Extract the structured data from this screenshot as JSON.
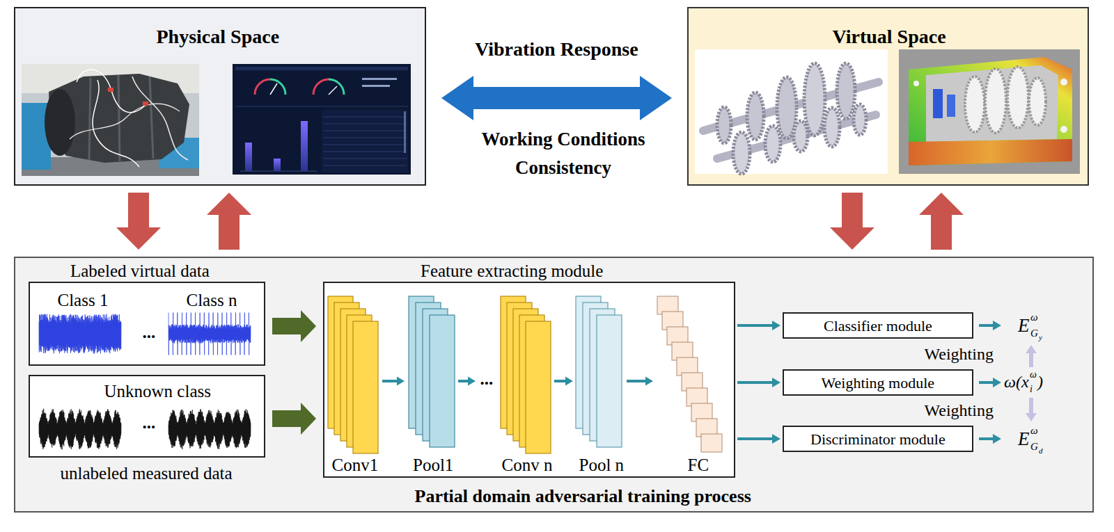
{
  "diagram": {
    "nodes": [
      {
        "text": [
          "Physical Space"
        ]
      },
      {
        "text": [
          "Virtual Space"
        ]
      },
      {
        "text": [
          "Partial domain adversarial training process"
        ]
      },
      {
        "text": [
          "Labeled virtual data",
          "Class 1",
          "...",
          "Class n"
        ],
        "in": 2
      },
      {
        "text": [
          "Unknown class",
          "...",
          "unlabeled measured data"
        ],
        "in": 2
      },
      {
        "text": [
          "Feature extracting module",
          "Conv1",
          "Pool1",
          "...",
          "Conv n",
          "Pool n",
          "FC"
        ],
        "in": 2
      },
      {
        "text": [
          "Classifier module"
        ],
        "in": 2
      },
      {
        "text": [
          "Weighting module"
        ],
        "in": 2
      },
      {
        "text": [
          "Discriminator module"
        ],
        "in": 2
      }
    ],
    "edges": [
      {
        "from": 0,
        "to": 1,
        "arrow": "both",
        "label": "Vibration Response"
      },
      {
        "from": 0,
        "to": 2,
        "arrow": "to"
      },
      {
        "from": 2,
        "to": 0,
        "arrow": "to"
      },
      {
        "from": 1,
        "to": 2,
        "arrow": "to"
      },
      {
        "from": 2,
        "to": 1,
        "arrow": "to"
      },
      {
        "from": 3,
        "to": 5,
        "arrow": "to"
      },
      {
        "from": 4,
        "to": 5,
        "arrow": "to"
      },
      {
        "from": 5,
        "to": 6,
        "arrow": "to"
      },
      {
        "from": 5,
        "to": 7,
        "arrow": "to"
      },
      {
        "from": 5,
        "to": 8,
        "arrow": "to"
      }
    ],
    "labels": [
      "Working Conditions Consistency",
      "Weighting",
      "Weighting",
      "E",
      "ω",
      "G",
      "y",
      "ω(x",
      "ω",
      "i",
      ")",
      "E",
      "ω",
      "G",
      "d"
    ]
  }
}
